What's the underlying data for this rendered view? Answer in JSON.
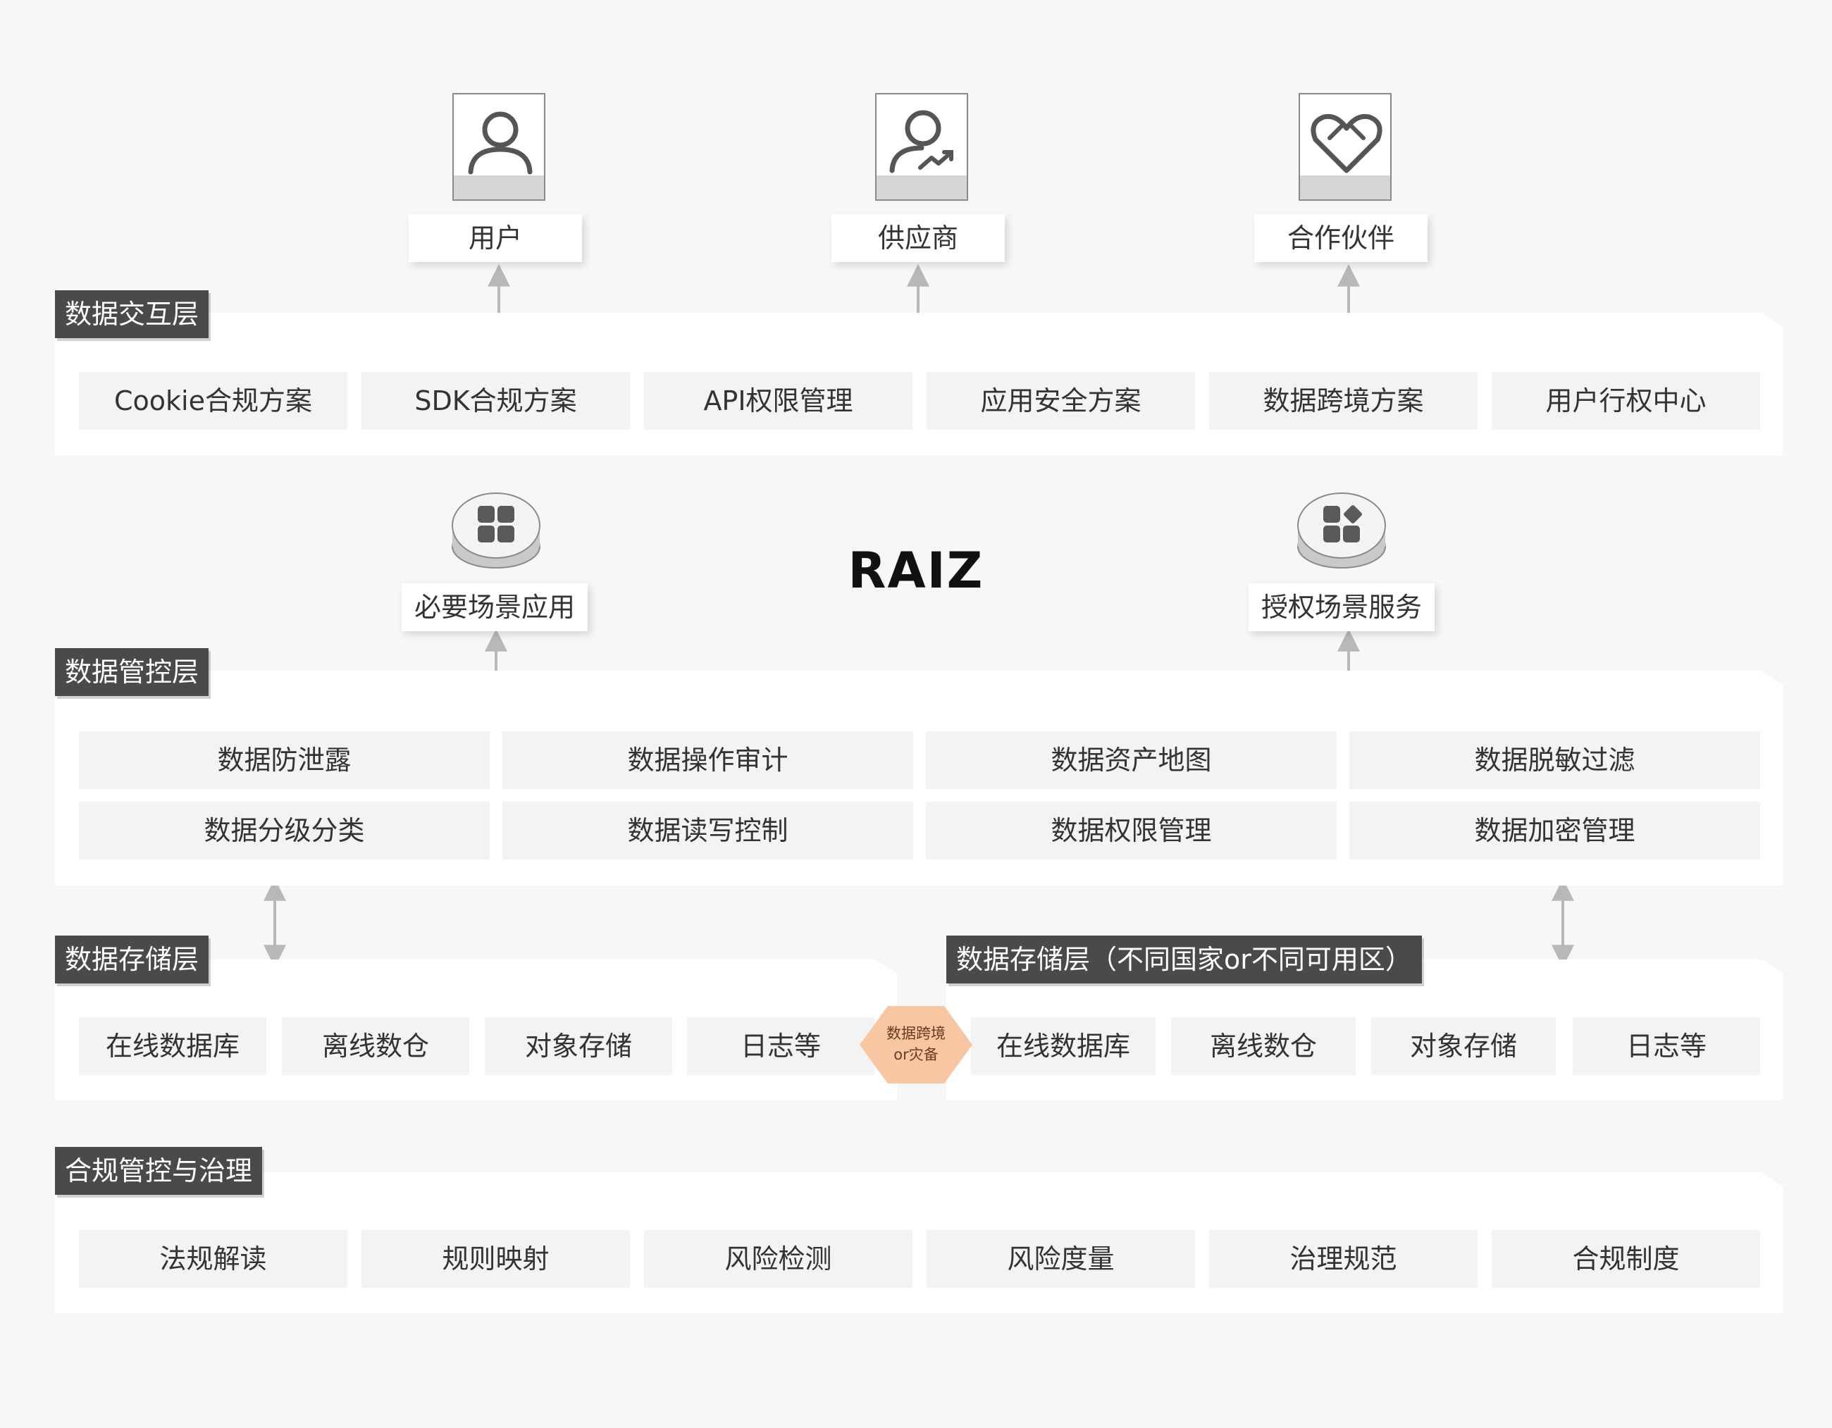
{
  "colors": {
    "tag_bg": "#4a4a4a",
    "cell_bg": "#f1f3f5",
    "connector": "#b8b8b8",
    "bridge": "#f8c6a1",
    "icon_gray": "#555555"
  },
  "actors": [
    {
      "label": "用户",
      "icon": "user-icon"
    },
    {
      "label": "供应商",
      "icon": "supplier-icon"
    },
    {
      "label": "合作伙伴",
      "icon": "partner-icon"
    }
  ],
  "interaction_layer": {
    "title": "数据交互层",
    "items": [
      "Cookie合规方案",
      "SDK合规方案",
      "API权限管理",
      "应用安全方案",
      "数据跨境方案",
      "用户行权中心"
    ]
  },
  "logo": "RAIZ",
  "services": [
    {
      "label": "必要场景应用",
      "icon": "apps-grid-icon"
    },
    {
      "label": "授权场景服务",
      "icon": "apps-add-icon"
    }
  ],
  "control_layer": {
    "title": "数据管控层",
    "rows": [
      [
        "数据防泄露",
        "数据操作审计",
        "数据资产地图",
        "数据脱敏过滤"
      ],
      [
        "数据分级分类",
        "数据读写控制",
        "数据权限管理",
        "数据加密管理"
      ]
    ]
  },
  "storage_layer_left": {
    "title": "数据存储层",
    "items": [
      "在线数据库",
      "离线数仓",
      "对象存储",
      "日志等"
    ]
  },
  "storage_layer_right": {
    "title": "数据存储层（不同国家or不同可用区）",
    "items": [
      "在线数据库",
      "离线数仓",
      "对象存储",
      "日志等"
    ]
  },
  "bridge": {
    "line1": "数据跨境",
    "line2": "or灾备"
  },
  "compliance_layer": {
    "title": "合规管控与治理",
    "items": [
      "法规解读",
      "规则映射",
      "风险检测",
      "风险度量",
      "治理规范",
      "合规制度"
    ]
  }
}
